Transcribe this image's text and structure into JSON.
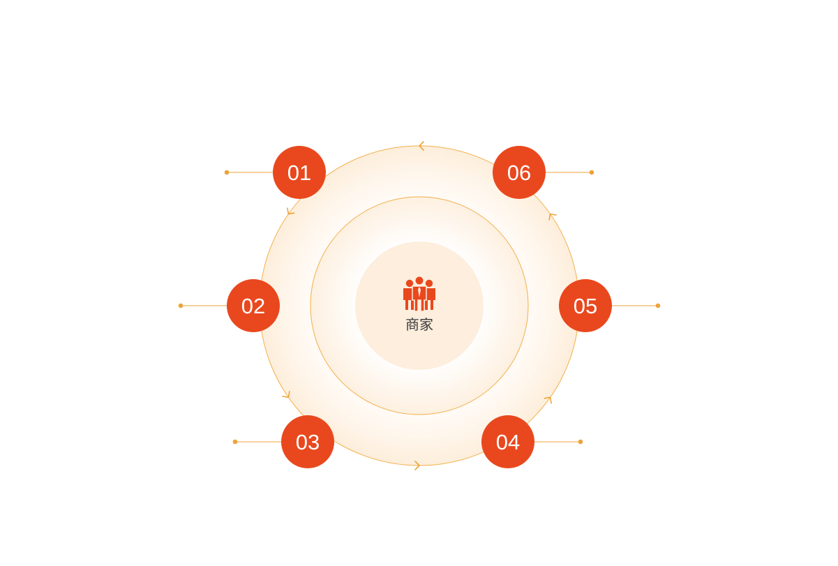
{
  "diagram": {
    "center": {
      "label": "商家",
      "icon": "group-people-icon"
    },
    "nodes": [
      {
        "id": "01",
        "label": "01"
      },
      {
        "id": "02",
        "label": "02"
      },
      {
        "id": "03",
        "label": "03"
      },
      {
        "id": "04",
        "label": "04"
      },
      {
        "id": "05",
        "label": "05"
      },
      {
        "id": "06",
        "label": "06"
      }
    ],
    "flow_direction": "counter-clockwise",
    "colors": {
      "node": "#e9481e",
      "ring_stroke": "#f2b04a",
      "arrow": "#eda33a",
      "connector": "#eda33a",
      "glow": "#fdeedb",
      "core": "#fdeedd",
      "icon": "#e9481e"
    }
  }
}
